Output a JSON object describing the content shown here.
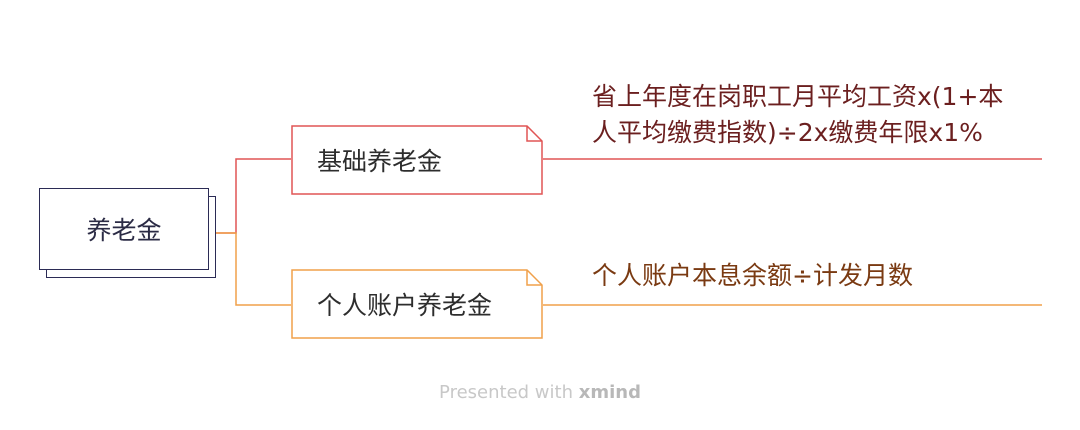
{
  "root": {
    "label": "养老金"
  },
  "branches": [
    {
      "label": "基础养老金",
      "formula_lines": [
        "省上年度在岗职工月平均工资x(1+本",
        "人平均缴费指数)÷2x缴费年限x1%"
      ],
      "color": "#e05555",
      "formula_color": "#6b1f1f"
    },
    {
      "label": "个人账户养老金",
      "formula_lines": [
        "个人账户本息余额÷计发月数"
      ],
      "color": "#f0a04a",
      "formula_color": "#7a3a12"
    }
  ],
  "footer": {
    "prefix": "Presented with",
    "brand": "xmind"
  },
  "colors": {
    "root_border": "#2b2b55"
  }
}
